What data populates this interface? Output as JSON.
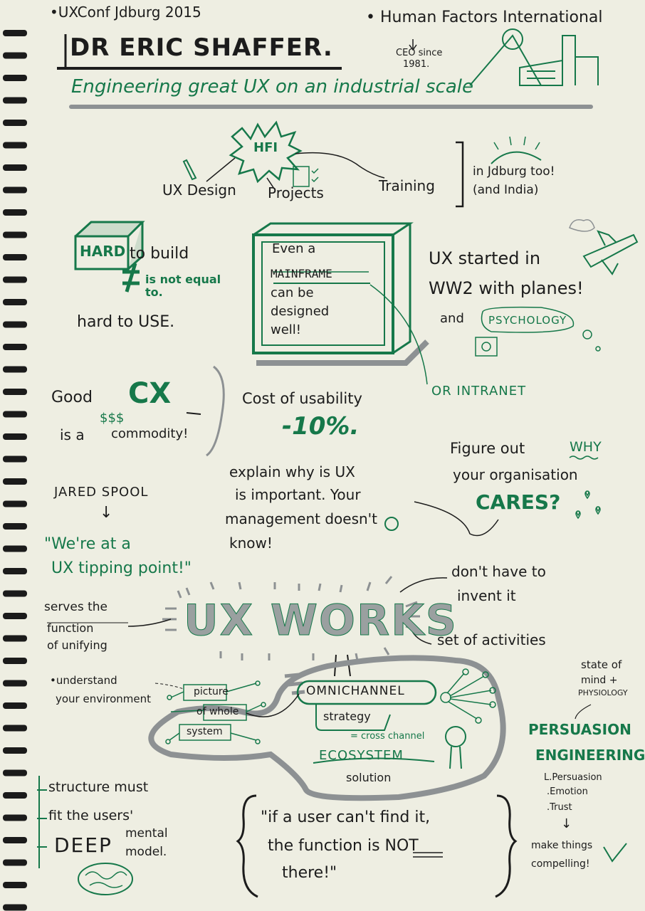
{
  "header": {
    "event": "•UXConf Jdburg 2015",
    "speaker": "DR ERIC SHAFFER.",
    "company": "• Human Factors International",
    "ceo_line1": "CEO since",
    "ceo_line2": "1981.",
    "talk_title": "Engineering great UX on an industrial scale"
  },
  "hfi": {
    "badge": "HFI",
    "branch_design": "UX Design",
    "branch_projects": "Projects",
    "branch_training": "Training",
    "location_line1": "in Jdburg too!",
    "location_line2": "(and India)"
  },
  "hard": {
    "box": "HARD",
    "line1": "to build",
    "not_equal": "is not equal to.",
    "line3": "hard to USE."
  },
  "mainframe": {
    "l1": "Even a",
    "l2": "MAINFRAME",
    "l3": "can be",
    "l4": "designed",
    "l5": "well!",
    "intranet": "OR INTRANET"
  },
  "ww2": {
    "l1": "UX started in",
    "l2": "WW2 with planes!",
    "l3": "and",
    "psychology": "PSYCHOLOGY"
  },
  "commodity": {
    "good": "Good",
    "cx": "CX",
    "dollars": "$$$",
    "is_a": "is a",
    "commodity": "commodity!"
  },
  "cost": {
    "label": "Cost of usability",
    "value": "-10%."
  },
  "why": {
    "l1": "Figure out",
    "why": "WHY",
    "l2": "your organisation",
    "cares": "CARES?"
  },
  "spool": {
    "name": "JARED SPOOL",
    "arrow": "↓",
    "quote_l1": "\"We're at a",
    "quote_l2": "UX tipping point!\""
  },
  "explain": {
    "l1": "explain why is UX",
    "l2": "is important. Your",
    "l3": "management doesn't",
    "l4": "know!"
  },
  "uxworks": {
    "title": "UX WORKS",
    "dont_invent_l1": "don't have to",
    "dont_invent_l2": "invent it",
    "activities": "set of activities",
    "serves_l1": "serves the",
    "serves_l2": "function",
    "serves_l3": "of unifying"
  },
  "environment": {
    "l1": "•understand",
    "l2": "your environment",
    "picture_l1": "picture",
    "picture_l2": "of whole",
    "picture_l3": "system"
  },
  "omni": {
    "omnichannel": "OMNICHANNEL",
    "strategy": "strategy",
    "crosschannel": "= cross channel",
    "ecosystem": "ECOSYSTEM",
    "solution": "solution"
  },
  "persuasion": {
    "state_l1": "state of",
    "state_l2": "mind +",
    "state_l3": "PHYSIOLOGY",
    "title_l1": "PERSUASION",
    "title_l2": "ENGINEERING",
    "items": [
      "L.Persuasion",
      ".Emotion",
      ".Trust"
    ],
    "arrow": "↓",
    "result_l1": "make things",
    "result_l2": "compelling!"
  },
  "structure": {
    "l1": "structure must",
    "l2": "fit the users'",
    "deep": "DEEP",
    "mental": "mental",
    "model": "model."
  },
  "findit": {
    "l1": "\"if a user can't find it,",
    "l2": "the function is NOT",
    "l3": "there!\""
  },
  "colors": {
    "ink": "#1c1c1c",
    "green": "#16784a",
    "grey": "#8d9193",
    "paper": "#eeeee2"
  }
}
